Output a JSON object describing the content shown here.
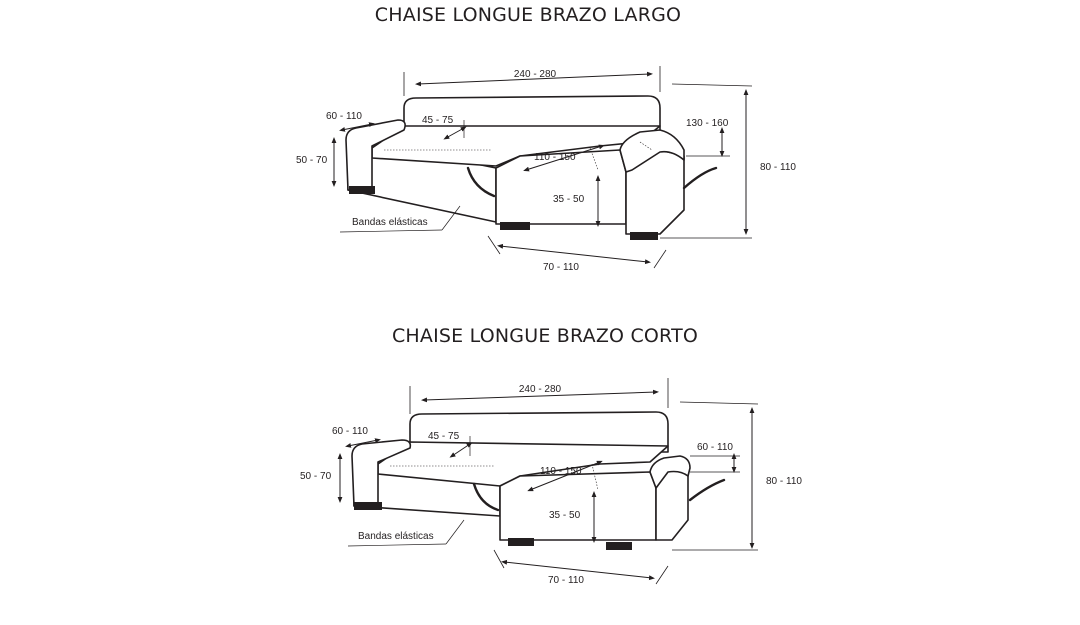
{
  "diagrams": [
    {
      "title": "CHAISE LONGUE BRAZO LARGO",
      "labels": {
        "width": "240 - 280",
        "arm_width": "60 - 110",
        "back_depth": "45 - 75",
        "right_arm": "130 - 160",
        "arm_height": "50 - 70",
        "chaise_width": "110 - 150",
        "total_height": "80 - 110",
        "seat_height": "35 - 50",
        "chaise_depth": "70 - 110",
        "elastic": "Bandas elásticas"
      }
    },
    {
      "title": "CHAISE LONGUE BRAZO CORTO",
      "labels": {
        "width": "240 - 280",
        "arm_width": "60 - 110",
        "back_depth": "45 - 75",
        "right_arm": "60 - 110",
        "arm_height": "50 - 70",
        "chaise_width": "110 - 150",
        "total_height": "80 - 110",
        "seat_height": "35 - 50",
        "chaise_depth": "70 - 110",
        "elastic": "Bandas elásticas"
      }
    }
  ]
}
